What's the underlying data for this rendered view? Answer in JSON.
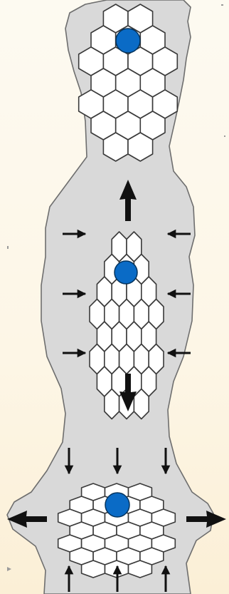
{
  "colors": {
    "page_background": "#fdf8ec",
    "body_fill": "#d9d9d9",
    "body_outline": "#6e6e6e",
    "cell_fill": "#ffffff",
    "cell_stroke": "#3a3a3a",
    "nucleus_fill": "#0a6bc6",
    "nucleus_stroke": "#04345e",
    "arrow_color": "#111111"
  },
  "panels": [
    {
      "id": "top-cluster",
      "description_key": "relaxed",
      "arrows": []
    },
    {
      "id": "middle-cluster",
      "description_key": "laterally-compressed",
      "arrows": [
        {
          "direction": "up",
          "kind": "large"
        },
        {
          "direction": "down",
          "kind": "large"
        },
        {
          "direction": "right",
          "kind": "small"
        },
        {
          "direction": "left",
          "kind": "small"
        }
      ]
    },
    {
      "id": "bottom-cluster",
      "description_key": "vertically-compressed",
      "arrows": [
        {
          "direction": "down",
          "kind": "small"
        },
        {
          "direction": "up",
          "kind": "small"
        },
        {
          "direction": "left",
          "kind": "large"
        },
        {
          "direction": "right",
          "kind": "large"
        }
      ]
    }
  ],
  "icons": {
    "cell": "hexagon-icon",
    "nucleus": "circle-icon",
    "force": "arrow-icon"
  }
}
